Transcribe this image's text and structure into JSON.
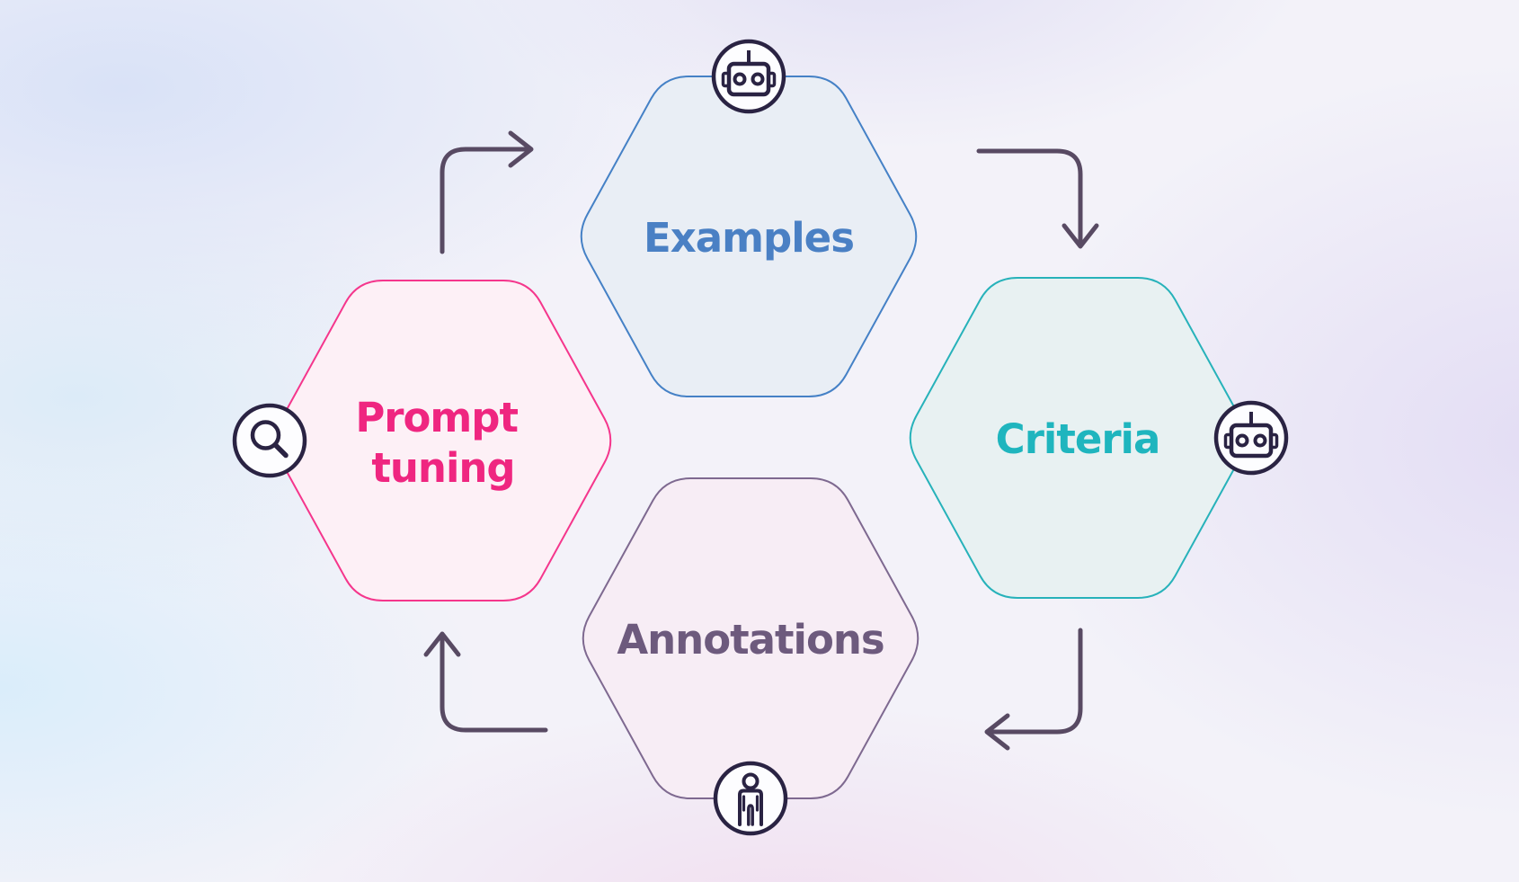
{
  "diagram": {
    "type": "cycle",
    "nodes": [
      {
        "id": "examples",
        "label": "Examples",
        "fill": "#e9eef5",
        "border": "#4581c6",
        "text_color": "#4a80c4",
        "icon": "robot-icon",
        "icon_position": "top"
      },
      {
        "id": "criteria",
        "label": "Criteria",
        "fill": "#e8f1f2",
        "border": "#27b2ba",
        "text_color": "#1fb5be",
        "icon": "robot-icon",
        "icon_position": "right"
      },
      {
        "id": "annotations",
        "label": "Annotations",
        "fill": "#f7edf5",
        "border": "#7e6990",
        "text_color": "#6d5a7d",
        "icon": "person-icon",
        "icon_position": "bottom"
      },
      {
        "id": "prompt-tuning",
        "label": "Prompt tuning",
        "label_lines": [
          "Prompt",
          "tuning"
        ],
        "fill": "#fdf0f6",
        "border": "#f5368c",
        "text_color": "#ef2680",
        "icon": "magnifier-icon",
        "icon_position": "left"
      }
    ],
    "flow": [
      "prompt-tuning -> examples",
      "examples -> criteria",
      "criteria -> annotations",
      "annotations -> prompt-tuning"
    ],
    "arrow_color": "#584a63",
    "icon_stroke_color": "#2a2343",
    "icon_fill_color": "#fdfdff"
  }
}
